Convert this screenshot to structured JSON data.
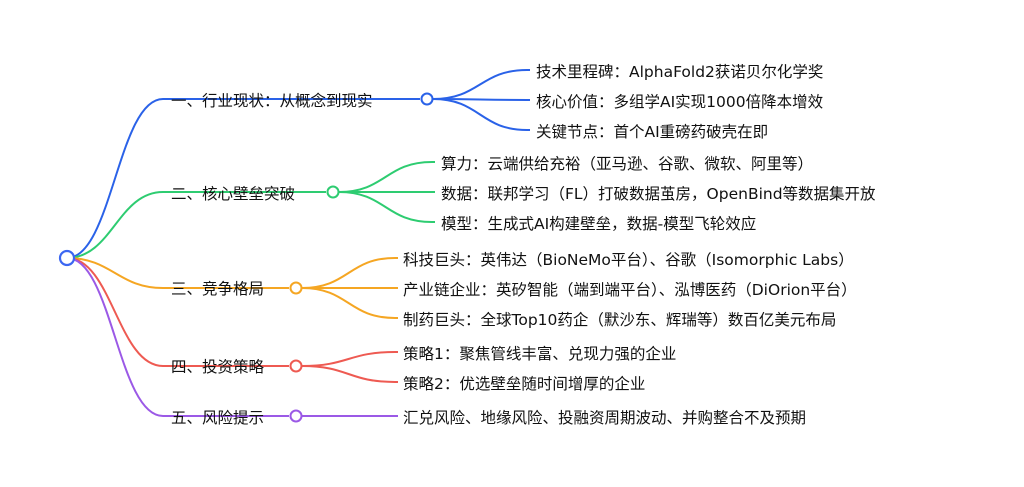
{
  "colors": {
    "root": "#3c67f2",
    "blue": "#2a62e8",
    "green": "#2ecc71",
    "orange": "#f5a623",
    "red": "#ee5a52",
    "purple": "#9b59e6"
  },
  "mindmap": {
    "branches": [
      {
        "label": "一、行业现状：从概念到现实",
        "color": "#2a62e8",
        "children": [
          "技术里程碑：AlphaFold2获诺贝尔化学奖",
          "核心价值：多组学AI实现1000倍降本增效",
          "关键节点：首个AI重磅药破壳在即"
        ]
      },
      {
        "label": "二、核心壁垒突破",
        "color": "#2ecc71",
        "children": [
          "算力：云端供给充裕（亚马逊、谷歌、微软、阿里等）",
          "数据：联邦学习（FL）打破数据茧房，OpenBind等数据集开放",
          "模型：生成式AI构建壁垒，数据-模型飞轮效应"
        ]
      },
      {
        "label": "三、竞争格局",
        "color": "#f5a623",
        "children": [
          "科技巨头：英伟达（BioNeMo平台）、谷歌（Isomorphic Labs）",
          "产业链企业：英矽智能（端到端平台）、泓博医药（DiOrion平台）",
          "制药巨头：全球Top10药企（默沙东、辉瑞等）数百亿美元布局"
        ]
      },
      {
        "label": "四、投资策略",
        "color": "#ee5a52",
        "children": [
          "策略1：聚焦管线丰富、兑现力强的企业",
          "策略2：优选壁垒随时间增厚的企业"
        ]
      },
      {
        "label": "五、风险提示",
        "color": "#9b59e6",
        "children": [
          "汇兑风险、地缘风险、投融资周期波动、并购整合不及预期"
        ]
      }
    ]
  }
}
